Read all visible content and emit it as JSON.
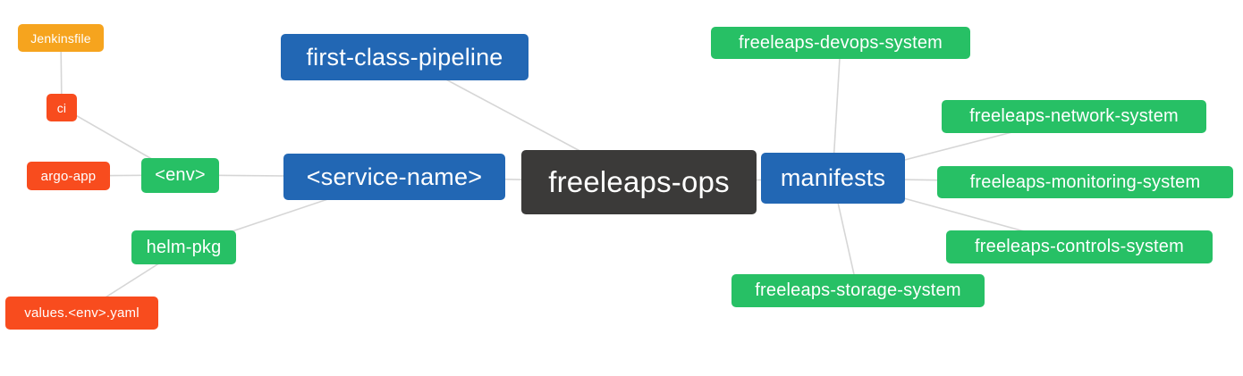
{
  "diagram": {
    "type": "mindmap",
    "colors": {
      "root_node": "#3b3a39",
      "branch_node": "#2267b4",
      "green_node": "#27c065",
      "red_node": "#f84c1e",
      "orange_node": "#f6a41e",
      "edge": "#d6d6d6",
      "node_text": "#ffffff",
      "background": "#ffffff"
    },
    "nodes": {
      "freeleaps_ops": {
        "label": "freeleaps-ops"
      },
      "first_class_pipeline": {
        "label": "first-class-pipeline"
      },
      "service_name": {
        "label": "<service-name>"
      },
      "manifests": {
        "label": "manifests"
      },
      "env": {
        "label": "<env>"
      },
      "helm_pkg": {
        "label": "helm-pkg"
      },
      "ci": {
        "label": "ci"
      },
      "argo_app": {
        "label": "argo-app"
      },
      "jenkinsfile": {
        "label": "Jenkinsfile"
      },
      "values_env_yaml": {
        "label": "values.<env>.yaml"
      },
      "devops_system": {
        "label": "freeleaps-devops-system"
      },
      "network_system": {
        "label": "freeleaps-network-system"
      },
      "monitoring_system": {
        "label": "freeleaps-monitoring-system"
      },
      "controls_system": {
        "label": "freeleaps-controls-system"
      },
      "storage_system": {
        "label": "freeleaps-storage-system"
      }
    },
    "edges": [
      {
        "from": "freeleaps_ops",
        "to": "first_class_pipeline"
      },
      {
        "from": "freeleaps_ops",
        "to": "service_name"
      },
      {
        "from": "freeleaps_ops",
        "to": "manifests"
      },
      {
        "from": "service_name",
        "to": "env"
      },
      {
        "from": "service_name",
        "to": "helm_pkg"
      },
      {
        "from": "env",
        "to": "ci"
      },
      {
        "from": "env",
        "to": "argo_app"
      },
      {
        "from": "ci",
        "to": "jenkinsfile"
      },
      {
        "from": "helm_pkg",
        "to": "values_env_yaml"
      },
      {
        "from": "manifests",
        "to": "devops_system"
      },
      {
        "from": "manifests",
        "to": "network_system"
      },
      {
        "from": "manifests",
        "to": "monitoring_system"
      },
      {
        "from": "manifests",
        "to": "controls_system"
      },
      {
        "from": "manifests",
        "to": "storage_system"
      }
    ]
  }
}
